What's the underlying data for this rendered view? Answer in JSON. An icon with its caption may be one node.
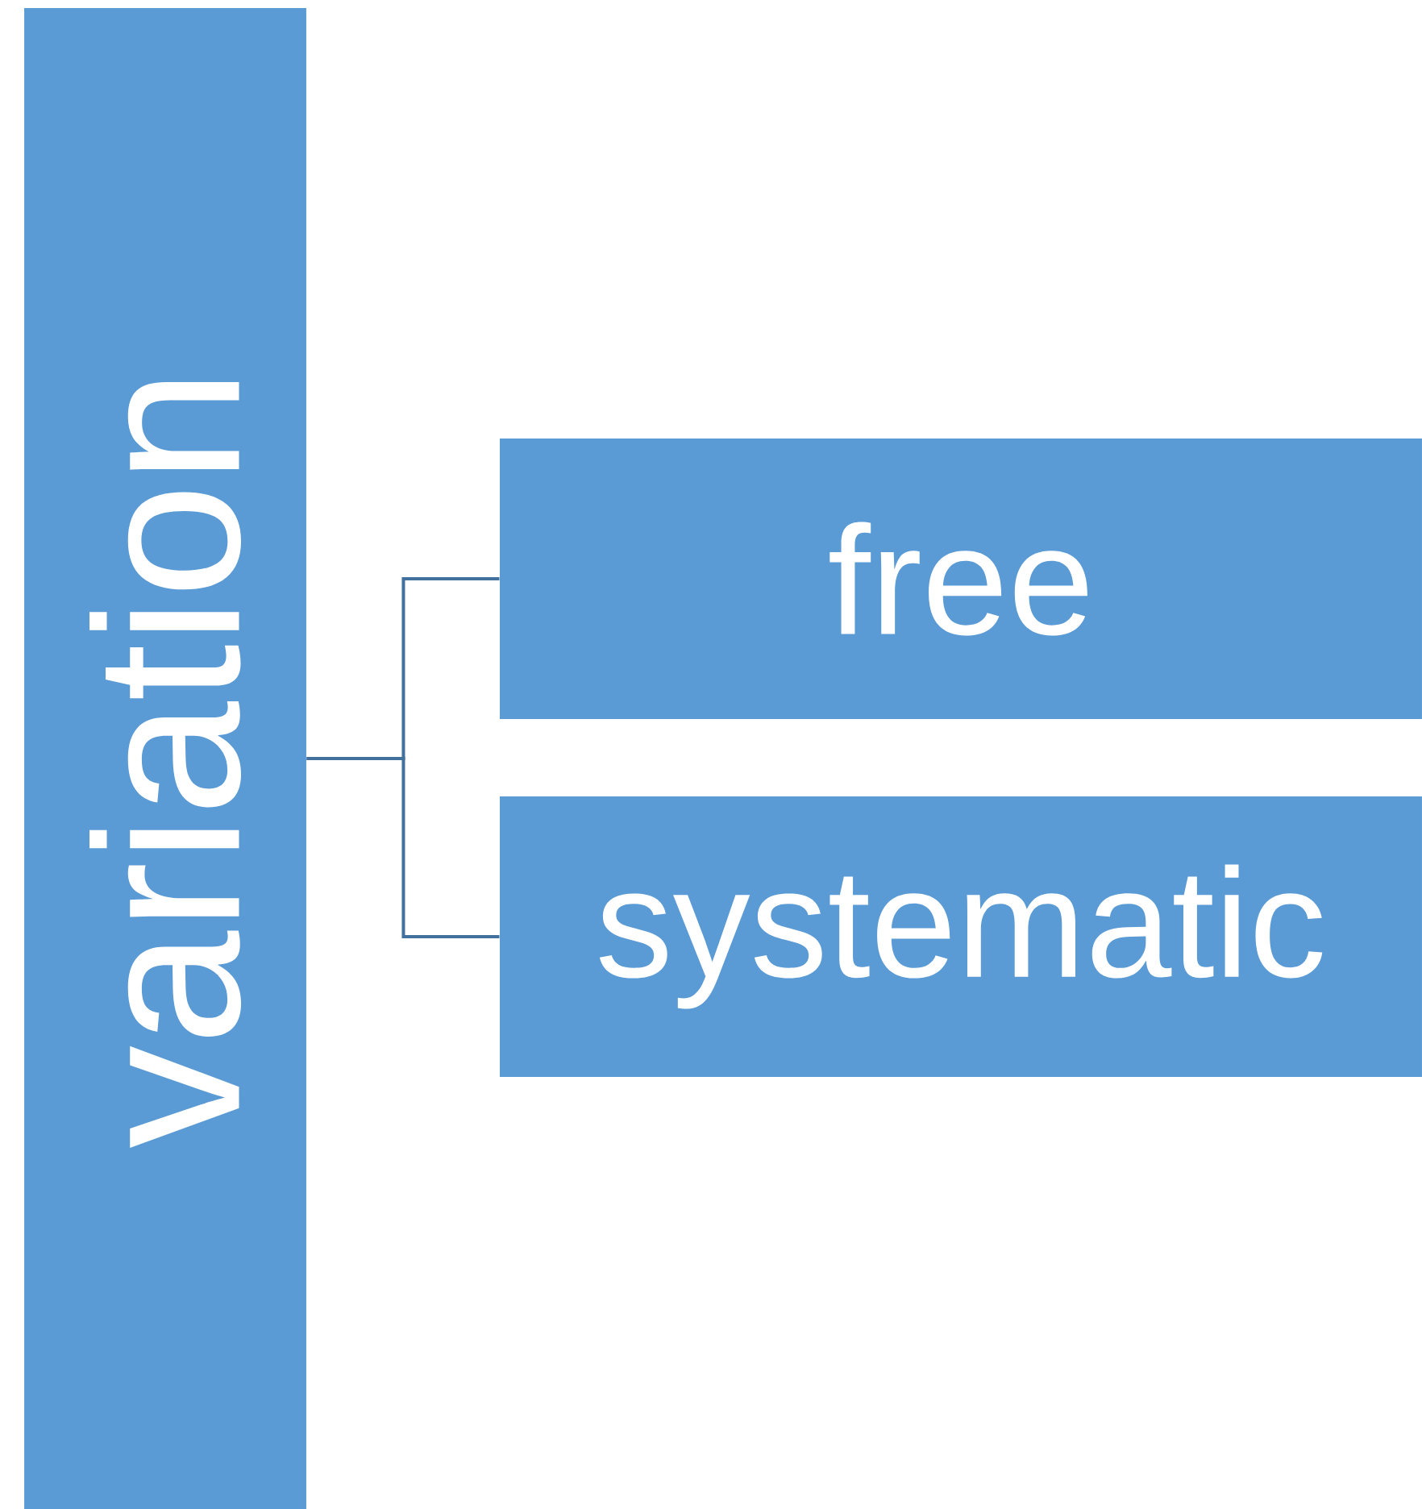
{
  "diagram": {
    "nodes": [
      {
        "text": [
          "variation"
        ]
      },
      {
        "text": [
          "free"
        ]
      },
      {
        "text": [
          "systematic"
        ]
      }
    ],
    "edges": [
      {
        "from": 0,
        "to": 1,
        "arrow": "none"
      },
      {
        "from": 0,
        "to": 2,
        "arrow": "none"
      }
    ]
  }
}
